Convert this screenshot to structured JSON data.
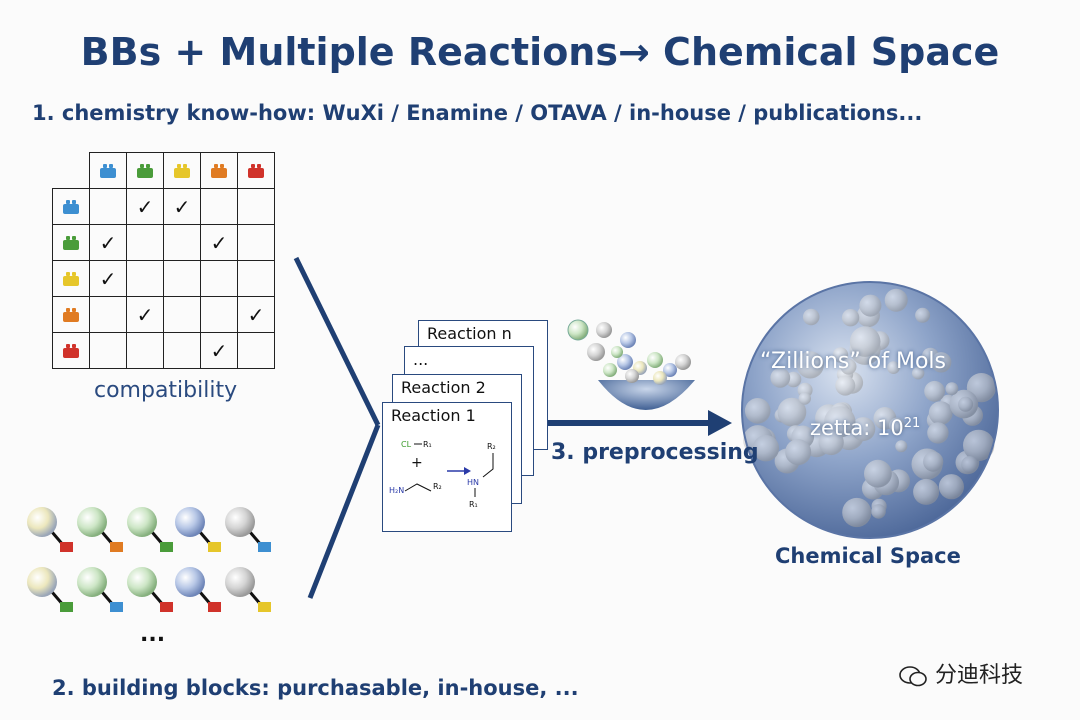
{
  "title": "BBs + Multiple Reactions→ Chemical Space",
  "step1": "1. chemistry know-how: WuXi / Enamine / OTAVA / in-house / publications...",
  "step2": "2. building blocks: purchasable, in-house, ...",
  "step3": "3. preprocessing",
  "compatibility_label": "compatibility",
  "brick_colors": [
    "#3d8fd1",
    "#4a9c3a",
    "#e6c62a",
    "#e07b22",
    "#d0322a"
  ],
  "matrix": [
    [
      "",
      "✓",
      "✓",
      "",
      ""
    ],
    [
      "✓",
      "",
      "",
      "✓",
      ""
    ],
    [
      "✓",
      "",
      "",
      "",
      ""
    ],
    [
      "",
      "✓",
      "",
      "",
      "✓"
    ],
    [
      "",
      "",
      "",
      "✓",
      ""
    ]
  ],
  "reactions": {
    "card_n": "Reaction n",
    "card_dots": "...",
    "card_2": "Reaction 2",
    "card_1": "Reaction 1",
    "scheme": {
      "cl": "CL",
      "r1": "R₁",
      "r2": "R₂",
      "plus": "+",
      "h2n": "H₂N",
      "hn": "HN"
    }
  },
  "building_blocks_more": "...",
  "sphere": {
    "zillions": "“Zillions” of Mols",
    "zetta": "zetta: 10",
    "zetta_exp": "21"
  },
  "chemical_space_label": "Chemical Space",
  "watermark": "分迪科技"
}
